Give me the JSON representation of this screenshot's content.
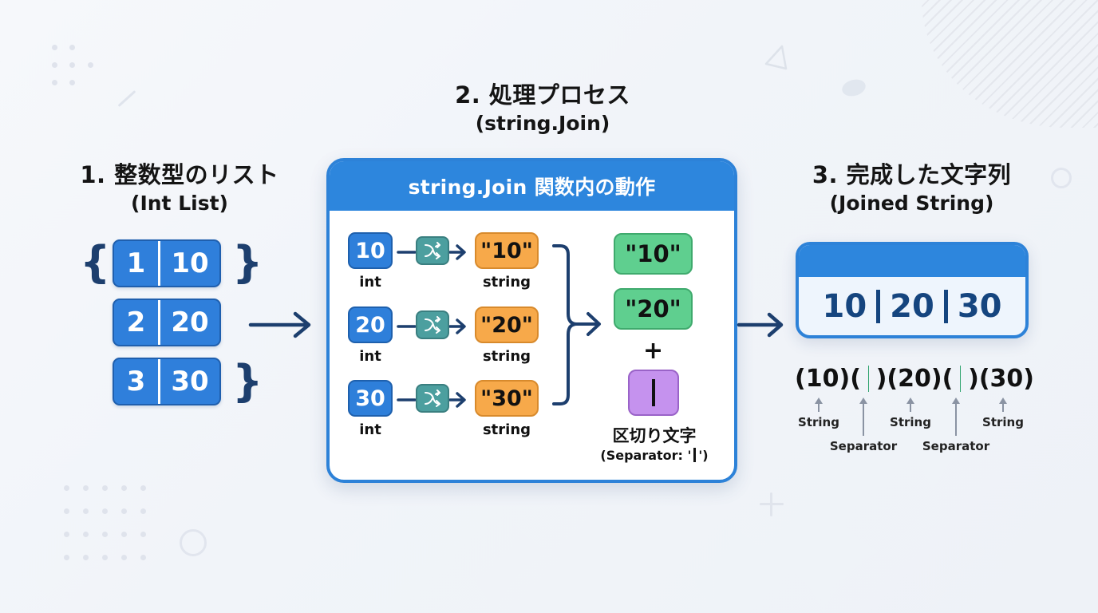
{
  "colors": {
    "primary_blue": "#2d86dd",
    "dark_navy": "#1d3f6e",
    "string_orange": "#f7a94a",
    "converter_teal": "#4c9f9f",
    "joined_green": "#5fcf8f",
    "separator_purple": "#c592ee",
    "separator_green": "#2fa46e"
  },
  "section1": {
    "title": "1. 整数型のリスト",
    "subtitle": "(Int List)",
    "brace_open": "{",
    "brace_close": "}",
    "items": [
      {
        "index": "1",
        "value": "10"
      },
      {
        "index": "2",
        "value": "20"
      },
      {
        "index": "3",
        "value": "30"
      }
    ]
  },
  "section2": {
    "title": "2. 処理プロセス",
    "subtitle": "(string.Join)",
    "panel_title": "string.Join 関数内の動作",
    "conversions": [
      {
        "int_value": "10",
        "int_label": "int",
        "converter_icon": "shuffle-icon",
        "string_value": "\"10\"",
        "string_label": "string"
      },
      {
        "int_value": "20",
        "int_label": "int",
        "converter_icon": "shuffle-icon",
        "string_value": "\"20\"",
        "string_label": "string"
      },
      {
        "int_value": "30",
        "int_label": "int",
        "converter_icon": "shuffle-icon",
        "string_value": "\"30\"",
        "string_label": "string"
      }
    ],
    "joined_items": [
      "\"10\"",
      "\"20\""
    ],
    "plus": "+",
    "separator_title": "区切り文字",
    "separator_subtitle_prefix": "(Separator: '",
    "separator_subtitle_suffix": "')"
  },
  "section3": {
    "title": "3. 完成した文字列",
    "subtitle": "(Joined String)",
    "result_parts": [
      "10",
      "20",
      "30"
    ],
    "breakdown": {
      "open": "(",
      "close": ")",
      "parts": [
        "10",
        "20",
        "30"
      ]
    },
    "annotations": {
      "string_label": "String",
      "separator_label": "Separator"
    }
  }
}
